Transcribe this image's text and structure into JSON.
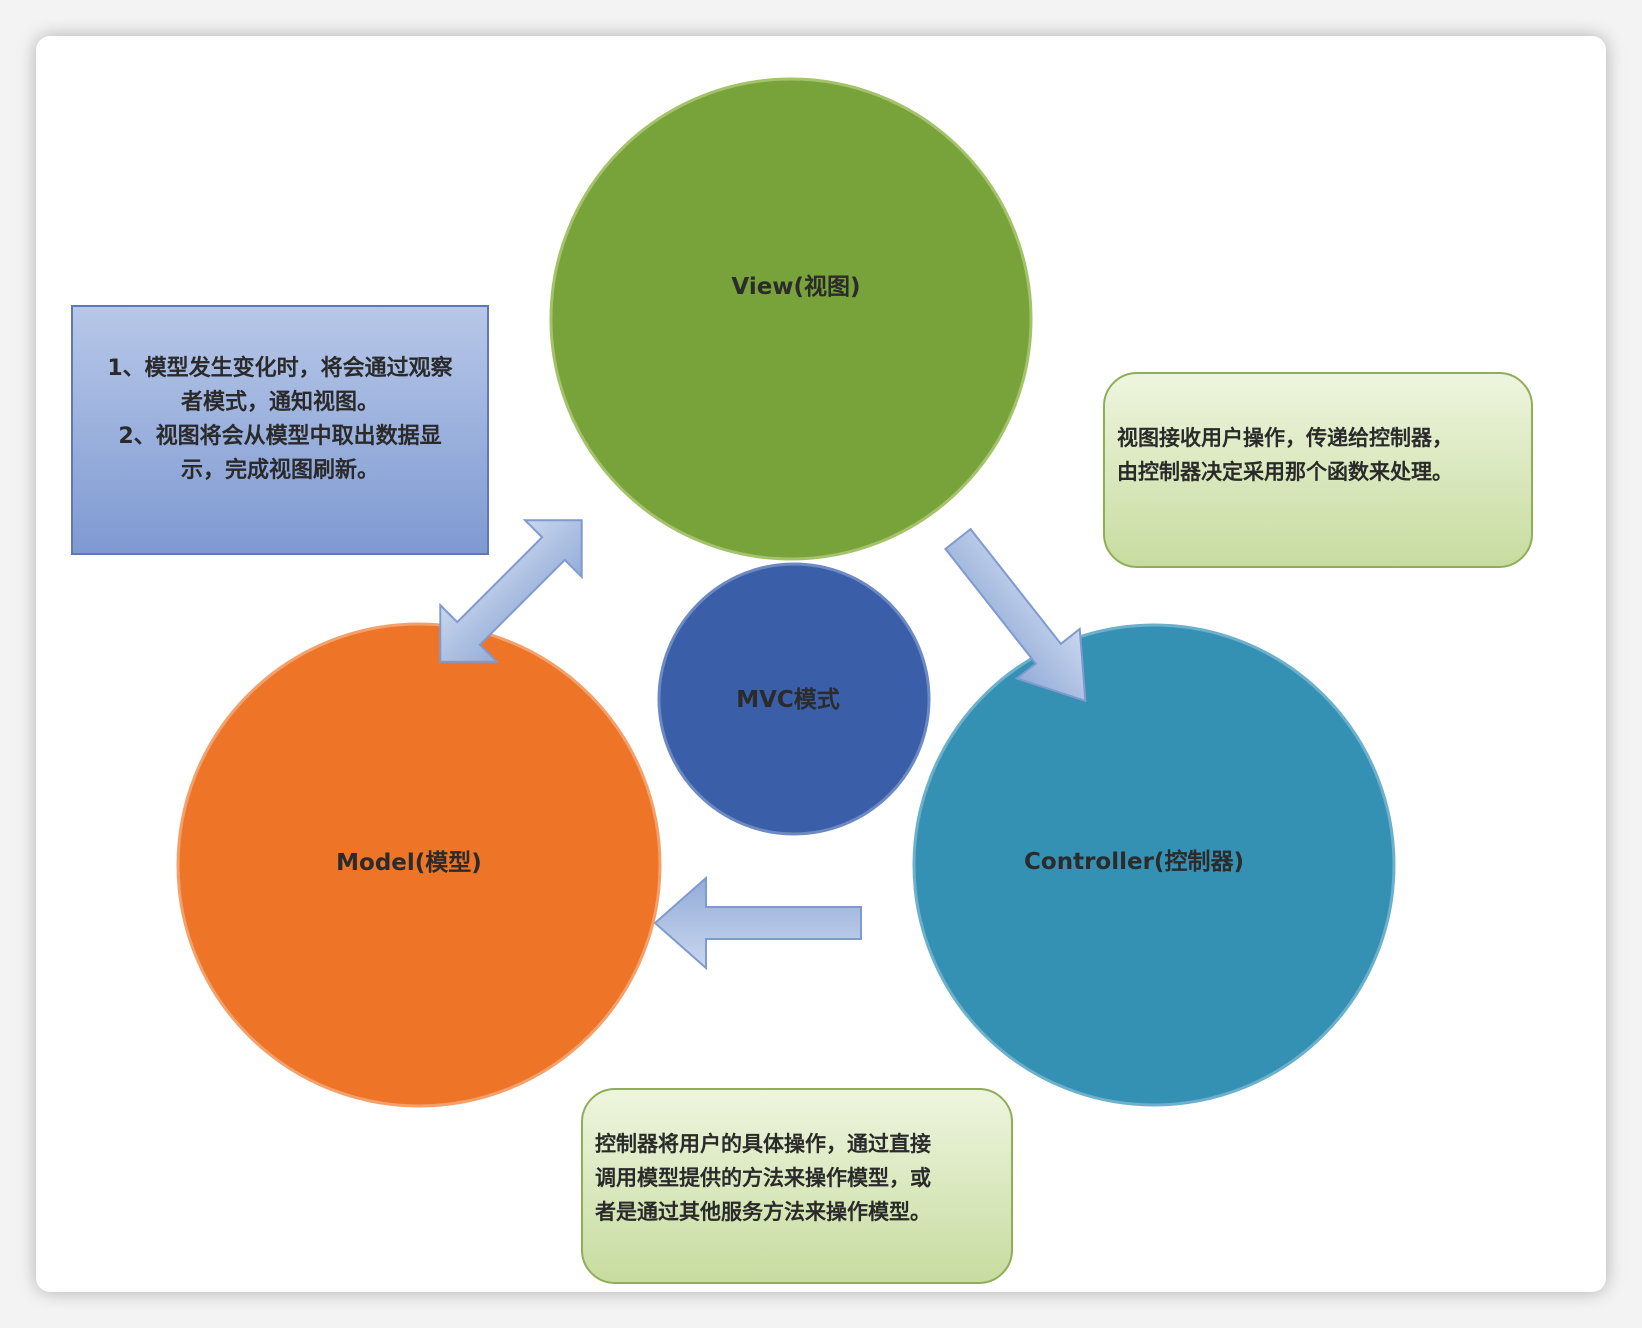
{
  "diagram": {
    "center": {
      "label": "MVC模式"
    },
    "view": {
      "label": "View(视图)"
    },
    "model": {
      "label": "Model(模型)"
    },
    "controller": {
      "label": "Controller(控制器)"
    }
  },
  "notes": {
    "model_note": {
      "lines": [
        "1、模型发生变化时，将会通过观察",
        "者模式，通知视图。",
        "2、视图将会从模型中取出数据显",
        "示，完成视图刷新。"
      ]
    },
    "view_note": {
      "lines": [
        "视图接收用户操作，传递给控制器，",
        "由控制器决定采用那个函数来处理。"
      ]
    },
    "controller_note": {
      "lines": [
        "控制器将用户的具体操作，通过直接",
        "调用模型提供的方法来操作模型，或",
        "者是通过其他服务方法来操作模型。"
      ]
    }
  },
  "colors": {
    "view": "#78a23a",
    "model": "#ee7428",
    "controller": "#3591b4",
    "center": "#3a5fa8",
    "arrow": "#a9bde0"
  }
}
